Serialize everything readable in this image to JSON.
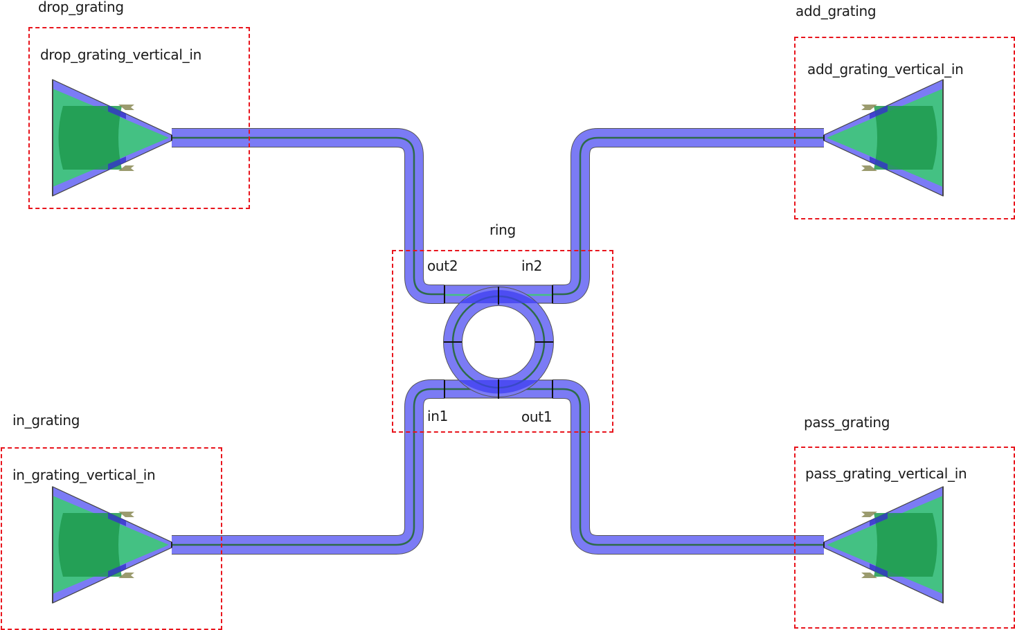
{
  "diagram": {
    "type": "photonic-circuit-layout",
    "colors": {
      "waveguide": "#7b7bf5",
      "waveguide_core": "#2e6b4a",
      "grating_green": "#44c183",
      "grating_dark_green": "#1f9a4f",
      "box_dash": "#e8141c",
      "ring_overlap": "#3e3ef0"
    },
    "components": [
      {
        "id": "drop_grating",
        "label": "drop_grating",
        "port": "drop_grating_vertical_in"
      },
      {
        "id": "add_grating",
        "label": "add_grating",
        "port": "add_grating_vertical_in"
      },
      {
        "id": "in_grating",
        "label": "in_grating",
        "port": "in_grating_vertical_in"
      },
      {
        "id": "pass_grating",
        "label": "pass_grating",
        "port": "pass_grating_vertical_in"
      },
      {
        "id": "ring",
        "label": "ring",
        "ports": [
          "out2",
          "in2",
          "in1",
          "out1"
        ]
      }
    ],
    "connections": [
      {
        "from": "drop_grating",
        "to": "ring.out2"
      },
      {
        "from": "add_grating",
        "to": "ring.in2"
      },
      {
        "from": "in_grating",
        "to": "ring.in1"
      },
      {
        "from": "pass_grating",
        "to": "ring.out1"
      }
    ]
  },
  "labels": {
    "drop_grating": "drop_grating",
    "drop_grating_port": "drop_grating_vertical_in",
    "add_grating": "add_grating",
    "add_grating_port": "add_grating_vertical_in",
    "in_grating": "in_grating",
    "in_grating_port": "in_grating_vertical_in",
    "pass_grating": "pass_grating",
    "pass_grating_port": "pass_grating_vertical_in",
    "ring": "ring",
    "out2": "out2",
    "in2": "in2",
    "in1": "in1",
    "out1": "out1"
  }
}
